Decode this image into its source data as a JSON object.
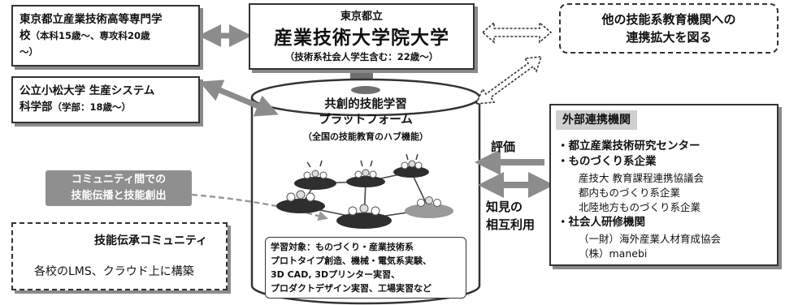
{
  "left_boxes": {
    "tokyo_college": {
      "name_line1": "東京都立産業技術高等専門学",
      "name_line2": "校",
      "detail_line1": "（本科15歳～、専攻科20歳",
      "detail_line2": "～）"
    },
    "komatsu": {
      "name_line1": "公立小松大学 生産システム",
      "name_line2": "科学部",
      "detail": "（学部：18歳～）"
    }
  },
  "aiit": {
    "top": "東京都立",
    "name": "産業技術大学院大学",
    "sub": "（技術系社会人学生含む：22歳～）"
  },
  "other_institutions": {
    "line1": "他の技能系教育機関への",
    "line2": "連携拡大を図る"
  },
  "platform": {
    "title_line1": "共創的技能学習",
    "title_line2": "プラットフォーム",
    "subtitle": "（全国の技能教育のハブ機能）"
  },
  "learning": {
    "line1": "学習対象：ものづくり・産業技術系",
    "line2": "プロトタイプ創造、機械・電気系実験、",
    "line3": "3D CAD, 3Dプリンター実習、",
    "line4": "プロダクトデザイン実習、工場実習など"
  },
  "external": {
    "header": "外部連携機関",
    "items": [
      {
        "text": "・都立産業技術研究センター",
        "bold": true
      },
      {
        "text": "・ものづくり系企業",
        "bold": true
      },
      {
        "text": "産技大 教育課程連携協議会",
        "bold": false
      },
      {
        "text": "都内ものづくり系企業",
        "bold": false
      },
      {
        "text": "北陸地方ものづくり系企業",
        "bold": false
      },
      {
        "text": "・社会人研修機関",
        "bold": true
      },
      {
        "text": "（一財）海外産業人材育成協会",
        "bold": false
      },
      {
        "text": "（株）manebi",
        "bold": false
      }
    ]
  },
  "labels": {
    "evaluation": "評価",
    "mutual_line1": "知見の",
    "mutual_line2": "相互利用"
  },
  "callout": {
    "line1": "コミュニティ間での",
    "line2": "技能伝播と技能創出"
  },
  "community": {
    "title": "技能伝承コミュニティ",
    "desc": "各校のLMS、クラウド上に構築"
  },
  "colors": {
    "arrow_gray": "#8c8c8c",
    "cylinder_cap": "#6f6f6f",
    "callout_bg": "#8f8f8f",
    "header_bg": "#d0d0d0"
  }
}
